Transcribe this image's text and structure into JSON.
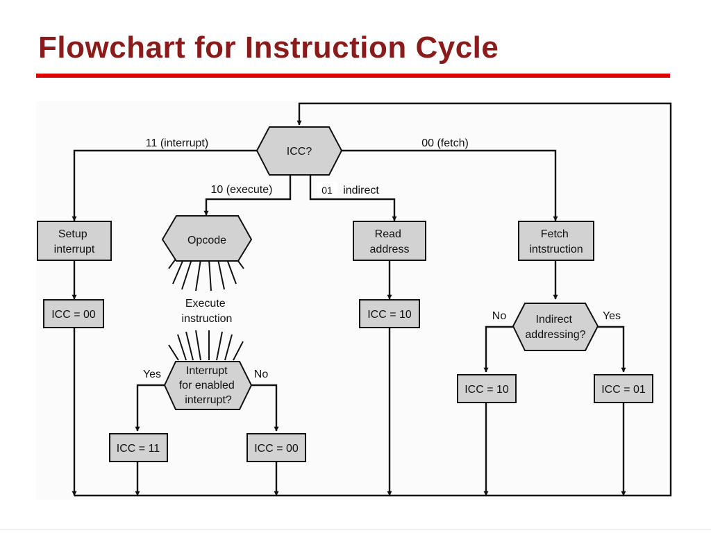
{
  "slide": {
    "title": "Flowchart for Instruction Cycle"
  },
  "colors": {
    "title": "#8b1a1a",
    "rule": "#dd0000",
    "node_fill": "#d2d2d2"
  },
  "diagram": {
    "nodes": {
      "icc": "ICC?",
      "opcode": "Opcode",
      "execute": [
        "Execute",
        "instruction"
      ],
      "setup": [
        "Setup",
        "interrupt"
      ],
      "read": [
        "Read",
        "address"
      ],
      "fetch": [
        "Fetch",
        "intstruction"
      ],
      "interrupt_q": [
        "Interrupt",
        "for enabled",
        "interrupt?"
      ],
      "indirect_q": [
        "Indirect",
        "addressing?"
      ],
      "icc00_left": "ICC = 00",
      "icc11": "ICC = 11",
      "icc00_mid": "ICC = 00",
      "icc10_read": "ICC = 10",
      "icc10_right": "ICC = 10",
      "icc01": "ICC = 01"
    },
    "edges": {
      "interrupt": "11 (interrupt)",
      "fetch": "00 (fetch)",
      "execute": "10 (execute)",
      "indirect_num": "01",
      "indirect": "indirect",
      "yes_left": "Yes",
      "no_left": "No",
      "no_right": "No",
      "yes_right": "Yes"
    }
  }
}
